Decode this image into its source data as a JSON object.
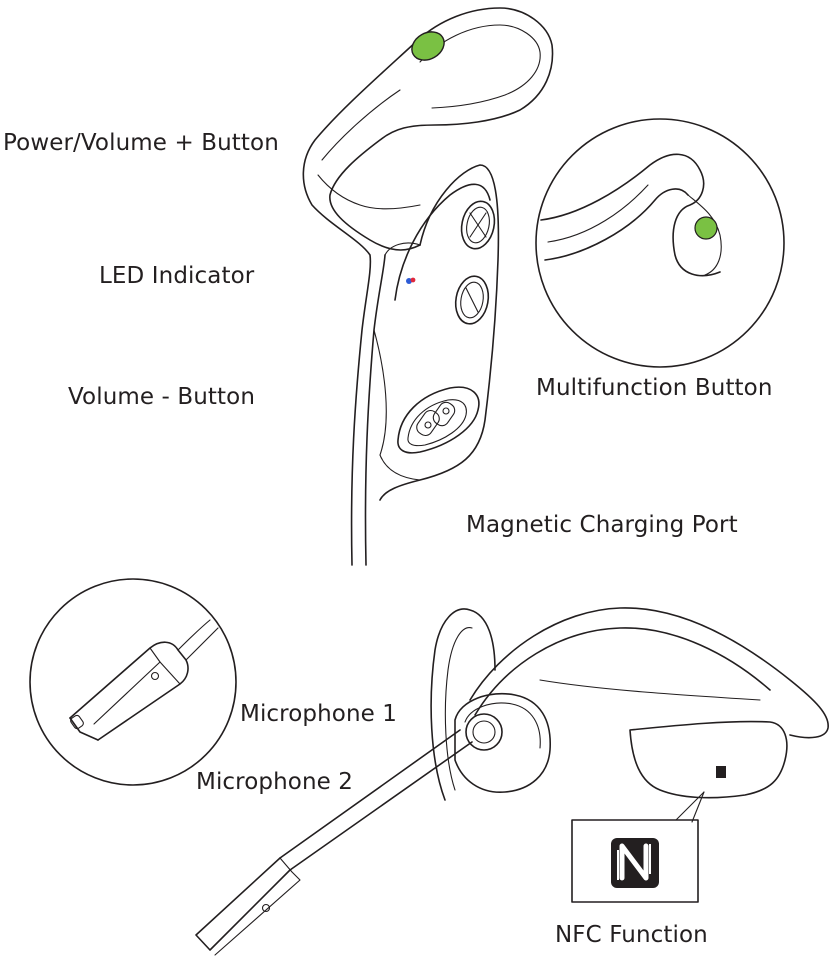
{
  "labels": {
    "power_volume_plus": "Power/Volume + Button",
    "led_indicator": "LED Indicator",
    "volume_minus": "Volume - Button",
    "multifunction": "Multifunction Button",
    "magnetic_charging": "Magnetic Charging Port",
    "microphone_1": "Microphone 1",
    "microphone_2": "Microphone 2",
    "nfc_function": "NFC Function"
  },
  "colors": {
    "button_highlight": "#7ac143",
    "led_blue": "#2d5bd6",
    "led_red": "#e0283c",
    "line": "#231f20",
    "nfc_logo": "#231f20"
  }
}
